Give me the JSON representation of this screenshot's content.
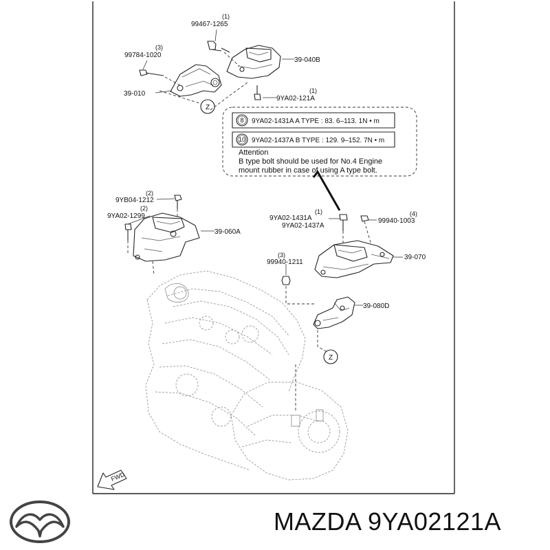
{
  "labels": {
    "p1": {
      "num": "(1)",
      "code": "99467-1265"
    },
    "p2": {
      "num": "(3)",
      "code": "99784-1020"
    },
    "p3": {
      "code": "39-040B"
    },
    "p4": {
      "code": "39-010"
    },
    "p5": {
      "num": "(1)",
      "code": "9YA02-121A"
    },
    "p6": {
      "num": "(2)",
      "code": "9YB04-1212"
    },
    "p7": {
      "num": "(2)",
      "code": "9YA02-1299"
    },
    "p8": {
      "code": "39-060A"
    },
    "p9": {
      "num": "(1)",
      "code1": "9YA02-1431A",
      "code2": "9YA02-1437A"
    },
    "p10": {
      "num": "(4)",
      "code": "99940-1003"
    },
    "p11": {
      "code": "39-070"
    },
    "p12": {
      "num": "(3)",
      "code": "99940-1211"
    },
    "p13": {
      "code": "39-080D"
    }
  },
  "callout_marker": "Z",
  "note": {
    "row1_num": "8",
    "row1_text": "9YA02-1431A  A TYPE : 83. 6–113. 1N • m",
    "row2_num": "10",
    "row2_text": "9YA02-1437A  B TYPE : 129. 9–152. 7N • m",
    "attention": "Attention",
    "line1": "B type bolt should be used for No.4 Engine",
    "line2": "mount rubber in case of using A type bolt."
  },
  "fwd": "FWD",
  "footer": {
    "title": "MAZDA 9YA02121A"
  }
}
